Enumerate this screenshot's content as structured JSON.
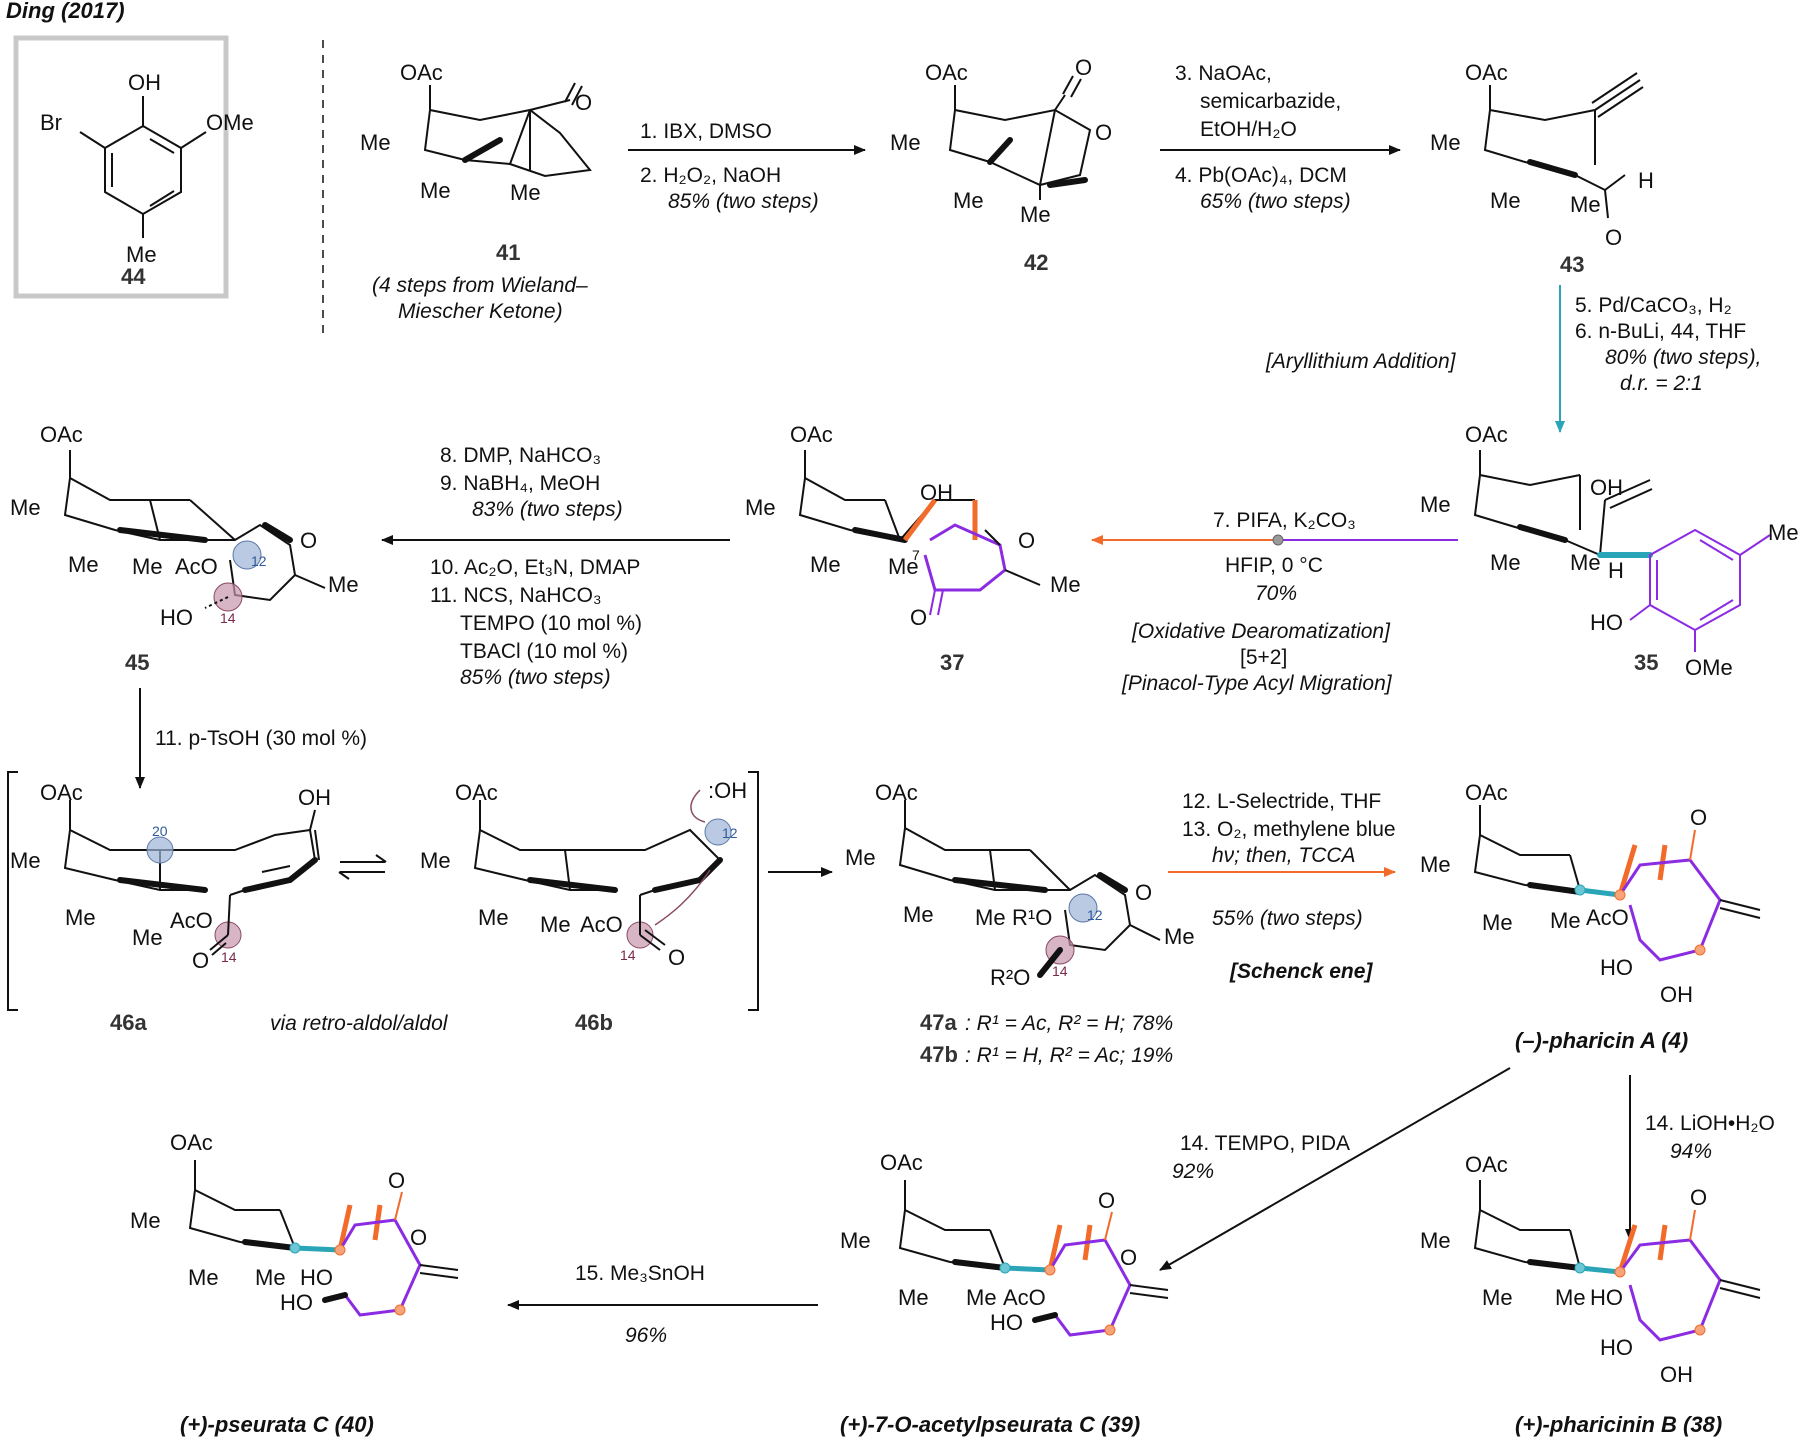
{
  "header": {
    "title": "Ding (2017)"
  },
  "colors": {
    "teal": "#2aa5b8",
    "orange": "#f26b2a",
    "purple": "#8b2be2",
    "blue_circle": "#9db4d6",
    "pink_circle": "#c796ab"
  },
  "compounds": {
    "c44": {
      "label": "44",
      "atoms": [
        "OH",
        "Br",
        "OMe",
        "Me"
      ]
    },
    "c41": {
      "label": "41",
      "note_line1": "(4 steps from Wieland–",
      "note_line2": "Miescher Ketone)",
      "atoms": [
        "OAc",
        "Me",
        "Me",
        "Me",
        "O"
      ]
    },
    "c42": {
      "label": "42",
      "atoms": [
        "OAc",
        "Me",
        "Me",
        "Me",
        "O",
        "O"
      ]
    },
    "c43": {
      "label": "43",
      "atoms": [
        "OAc",
        "Me",
        "Me",
        "Me",
        "H",
        "O"
      ]
    },
    "c35": {
      "label": "35",
      "atoms": [
        "OAc",
        "Me",
        "Me",
        "Me",
        "OH",
        "H",
        "Me",
        "HO",
        "OMe"
      ]
    },
    "c37": {
      "label": "37",
      "atoms": [
        "OAc",
        "Me",
        "Me",
        "OH",
        "Me",
        "7",
        "O",
        "Me",
        "O"
      ]
    },
    "c45": {
      "label": "45",
      "atoms": [
        "OAc",
        "Me",
        "Me",
        "Me",
        "AcO",
        "O",
        "Me",
        "HO",
        "12",
        "14"
      ]
    },
    "c46a": {
      "label": "46a",
      "atoms": [
        "OAc",
        "Me",
        "Me",
        "Me",
        "AcO",
        "OH",
        "O",
        "20",
        "14"
      ]
    },
    "c46b": {
      "label": "46b",
      "atoms": [
        "OAc",
        "Me",
        "Me",
        "Me",
        "AcO",
        ":OH",
        "O",
        "12",
        "14"
      ]
    },
    "c47": {
      "label_a": "47a",
      "desc_a": ": R¹ = Ac, R² = H; 78%",
      "label_b": "47b",
      "desc_b": ": R¹ = H, R² = Ac; 19%",
      "atoms": [
        "OAc",
        "Me",
        "Me",
        "Me",
        "R¹O",
        "O",
        "Me",
        "R²O",
        "12",
        "14"
      ]
    },
    "c4": {
      "label": "(–)-pharicin A (4)",
      "atoms": [
        "OAc",
        "Me",
        "Me",
        "Me",
        "AcO",
        "O",
        "HO",
        "OH"
      ]
    },
    "c39": {
      "label": "(+)-7-O-acetylpseurata C (39)",
      "atoms": [
        "OAc",
        "Me",
        "Me",
        "Me",
        "AcO",
        "O",
        "O",
        "HO"
      ]
    },
    "c40": {
      "label": "(+)-pseurata C (40)",
      "atoms": [
        "OAc",
        "Me",
        "Me",
        "Me",
        "HO",
        "O",
        "O",
        "HO"
      ]
    },
    "c38": {
      "label": "(+)-pharicinin B (38)",
      "atoms": [
        "OAc",
        "Me",
        "Me",
        "Me",
        "HO",
        "O",
        "HO",
        "OH"
      ]
    }
  },
  "steps": {
    "s1": "1. IBX, DMSO",
    "s2": "2. H₂O₂, NaOH",
    "s12y": "85% (two steps)",
    "s3a": "3. NaOAc,",
    "s3b": "semicarbazide,",
    "s3c": "EtOH/H₂O",
    "s4": "4. Pb(OAc)₄, DCM",
    "s34y": "65% (two steps)",
    "s5": "5. Pd/CaCO₃, H₂",
    "s6": "6. n-BuLi, 44, THF",
    "s56y": "80% (two steps),",
    "s56dr": "d.r. = 2:1",
    "s56tag": "[Aryllithium Addition]",
    "s7a": "7. PIFA, K₂CO₃",
    "s7b": "HFIP, 0 °C",
    "s7y": "70%",
    "s7tag1": "[Oxidative Dearomatization]",
    "s7tag2": "[5+2]",
    "s7tag3": "[Pinacol-Type Acyl Migration]",
    "s8": "8. DMP, NaHCO₃",
    "s9": "9. NaBH₄, MeOH",
    "s89y": "83% (two steps)",
    "s10": "10. Ac₂O, Et₃N, DMAP",
    "s11a": "11. NCS, NaHCO₃",
    "s11b": "TEMPO (10 mol %)",
    "s11c": "TBACl (10 mol %)",
    "s1011y": "85% (two steps)",
    "s11p": "11. p-TsOH (30 mol %)",
    "via": "via retro-aldol/aldol",
    "s12": "12. L-Selectride, THF",
    "s13a": "13. O₂, methylene blue",
    "s13b": "hν; then, TCCA",
    "s1213y": "55% (two steps)",
    "s1213tag": "[Schenck ene]",
    "s14a": "14. TEMPO, PIDA",
    "s14ay": "92%",
    "s14b": "14. LiOH•H₂O",
    "s14by": "94%",
    "s15": "15. Me₃SnOH",
    "s15y": "96%"
  }
}
